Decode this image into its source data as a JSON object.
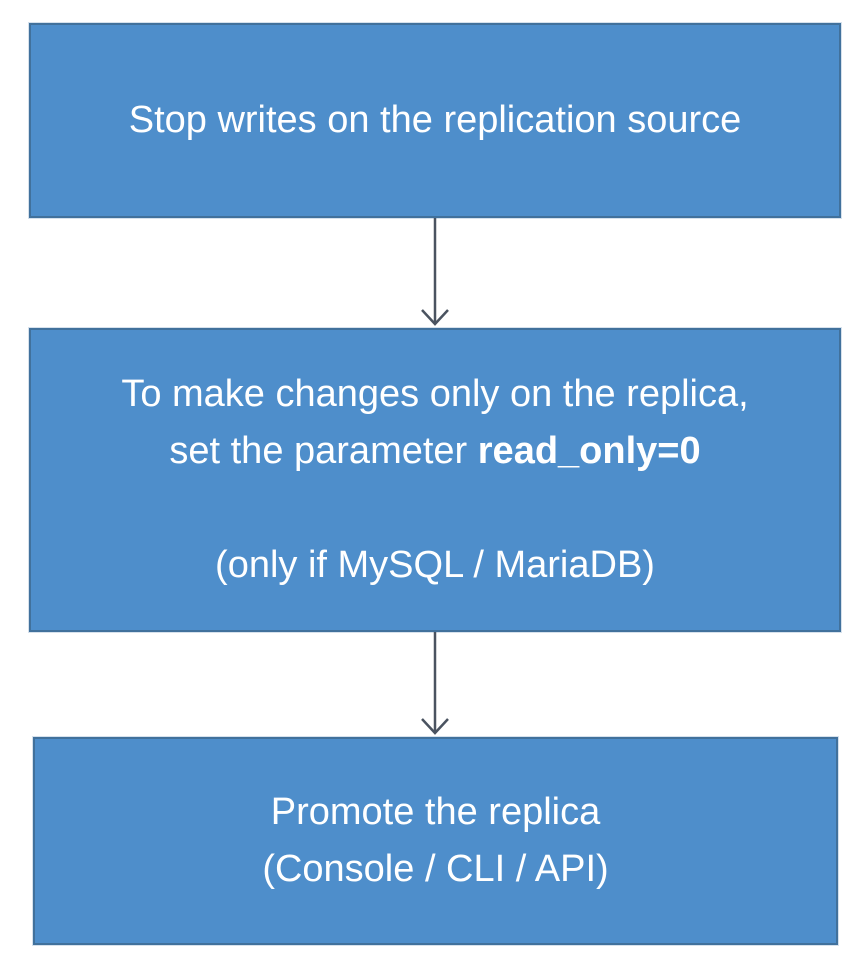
{
  "theme": {
    "background": "#FFFFFF",
    "box_fill": "#4E8ECB",
    "box_border": "#41719C",
    "text_color": "#FFFFFF",
    "arrow_color": "#4A5360"
  },
  "flowchart": {
    "step1": {
      "text": "Stop writes on the replication source"
    },
    "step2": {
      "line1": "To make changes only on the replica,",
      "line2_normal": "set the parameter ",
      "line2_bold": "read_only=0",
      "line3": "(only if MySQL / MariaDB)"
    },
    "step3": {
      "line1": "Promote the replica",
      "line2": "(Console / CLI / API)"
    }
  }
}
